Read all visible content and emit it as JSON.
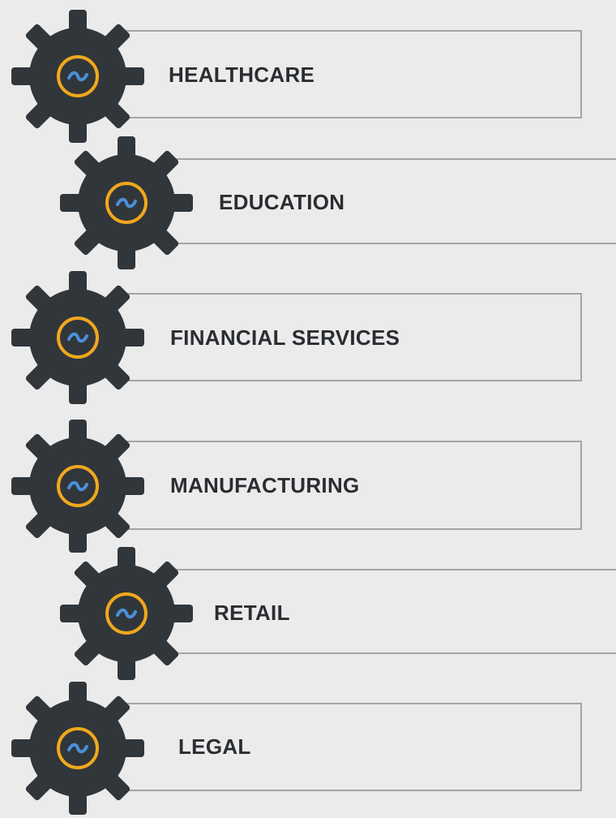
{
  "colors": {
    "background": "#ebebeb",
    "gear": "#31363b",
    "ring": "#f0a81c",
    "wave": "#4a90d9",
    "box_border": "#a4a4a4",
    "label": "#2a2d31"
  },
  "items": [
    {
      "label": "HEALTHCARE",
      "icon": "gear-icon"
    },
    {
      "label": "EDUCATION",
      "icon": "gear-icon"
    },
    {
      "label": "FINANCIAL SERVICES",
      "icon": "gear-icon"
    },
    {
      "label": "MANUFACTURING",
      "icon": "gear-icon"
    },
    {
      "label": "RETAIL",
      "icon": "gear-icon"
    },
    {
      "label": "LEGAL",
      "icon": "gear-icon"
    }
  ]
}
